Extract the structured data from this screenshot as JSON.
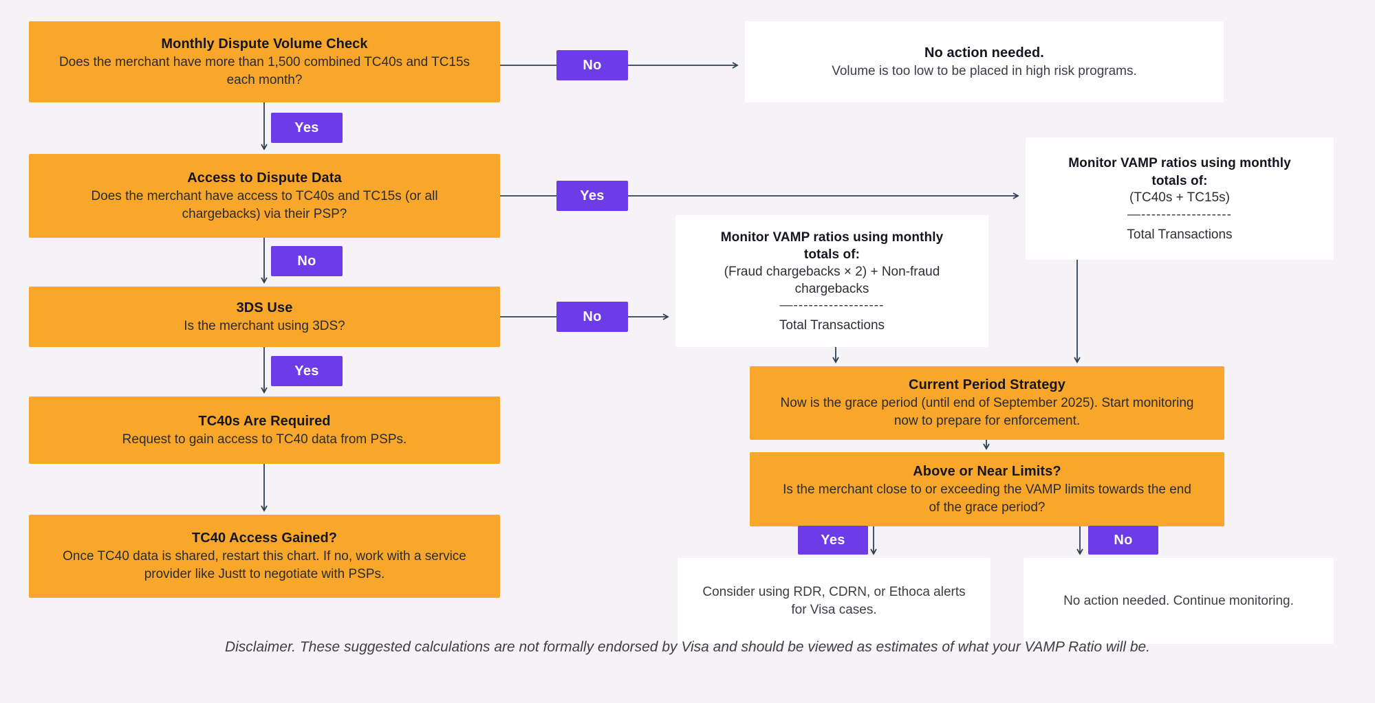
{
  "colors": {
    "box_orange": "#f8a72b",
    "badge_purple": "#6d3be7",
    "background": "#f5f3f5",
    "connector_line": "#2e4053"
  },
  "nodes": {
    "volume_check": {
      "title": "Monthly Dispute Volume Check",
      "body": "Does the merchant have more than 1,500 combined TC40s and TC15s each month?"
    },
    "no_action_low_volume": {
      "title": "No action needed.",
      "body": "Volume is too low to be placed in high risk programs."
    },
    "dispute_access": {
      "title": "Access to Dispute Data",
      "body": "Does the merchant have access to TC40s and TC15s (or all chargebacks) via their PSP?"
    },
    "monitor_with_tc40": {
      "title": "Monitor VAMP ratios using monthly totals of:",
      "numerator": "(TC40s + TC15s)",
      "divider": "—------------------",
      "denominator": "Total Transactions"
    },
    "monitor_without_tc40": {
      "title": "Monitor VAMP ratios using monthly totals of:",
      "numerator": "(Fraud chargebacks × 2) + Non-fraud chargebacks",
      "divider": "—------------------",
      "denominator": "Total Transactions"
    },
    "three_ds_use": {
      "title": "3DS Use",
      "body": "Is the merchant using 3DS?"
    },
    "tc40s_required": {
      "title": "TC40s Are Required",
      "body": "Request to gain access to TC40 data from PSPs."
    },
    "tc40_access_gained": {
      "title": "TC40 Access Gained?",
      "body": "Once TC40 data is shared, restart this chart. If no, work with a service provider like Justt to negotiate with PSPs."
    },
    "current_period_strategy": {
      "title": "Current Period Strategy",
      "body": "Now is the grace period (until end of September 2025). Start monitoring now to prepare for enforcement."
    },
    "above_or_near_limits": {
      "title": "Above or Near Limits?",
      "body": "Is the merchant close to or exceeding the VAMP limits towards the end of the grace period?"
    },
    "consider_alerts": {
      "body": "Consider using RDR, CDRN, or Ethoca alerts for Visa cases."
    },
    "continue_monitoring": {
      "body": "No action needed. Continue monitoring."
    }
  },
  "badges": {
    "no_volume": "No",
    "yes_volume": "Yes",
    "yes_access": "Yes",
    "no_access": "No",
    "no_3ds": "No",
    "yes_3ds": "Yes",
    "yes_limits": "Yes",
    "no_limits": "No"
  },
  "disclaimer": "Disclaimer. These suggested calculations are not formally endorsed by Visa and should be viewed as estimates of what your VAMP Ratio will be."
}
